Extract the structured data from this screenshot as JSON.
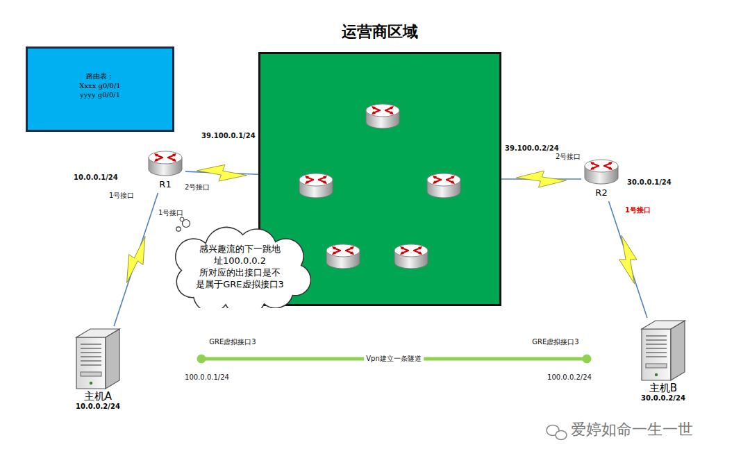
{
  "diagram": {
    "nodes": [
      {
        "text": [
          "路由表：",
          "Xxxx g0/0/1",
          "yyyy g0/0/1"
        ]
      },
      {
        "text": [
          "运营商区域"
        ]
      },
      {
        "text": [
          "R1"
        ]
      },
      {
        "text": [
          "R2"
        ]
      },
      {
        "text": [
          "感兴趣流的下一跳地 址100.0.0.2 所对应的出接口是不 是属于GRE虚拟接口3"
        ]
      },
      {
        "text": [
          "主机A",
          "10.0.0.2/24"
        ]
      },
      {
        "text": [
          "主机B",
          "30.0.0.2/24"
        ]
      }
    ],
    "edges": [
      {
        "from": 2,
        "to": 1,
        "arrow": "none"
      },
      {
        "from": 1,
        "to": 3,
        "arrow": "none"
      },
      {
        "from": 5,
        "to": 2,
        "arrow": "none"
      },
      {
        "from": 3,
        "to": 6,
        "arrow": "none"
      }
    ],
    "labels": [
      "39.100.0.1/24",
      "2号接口",
      "10.0.0.1/24",
      "1号接口",
      "1号接口",
      "39.100.0.2/24",
      "2号接口",
      "30.0.0.1/24",
      "1号接口",
      "GRE虚拟接口3",
      "GRE虚拟接口3",
      "Vpn建立一条隧道",
      "100.0.0.1/24",
      "100.0.0.2/24",
      "爱婷如命一生一世"
    ]
  }
}
